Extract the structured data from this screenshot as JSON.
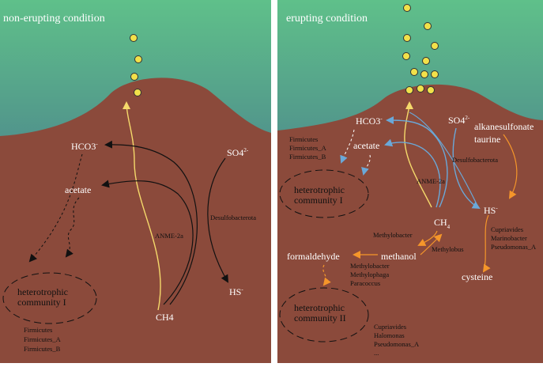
{
  "colors": {
    "sea_top": "#5fc08a",
    "sea_bottom": "#3b4d8e",
    "sediment": "#8b4a3b",
    "bubble": "#f2e14a",
    "ch4_path": "#f5d96b",
    "black_path": "#111111",
    "blue_path": "#6aa8d8",
    "orange_path": "#f5962a"
  },
  "left": {
    "title": "non-erupting condition",
    "labels": {
      "hco3": "HCO3",
      "hco3_sup": "-",
      "so4": "SO4",
      "so4_sup": "2-",
      "acetate": "acetate",
      "hs": "HS",
      "hs_sup": "-",
      "ch4": "CH4",
      "anme": "ANME-2a",
      "desulfo": "Desulfobacterota",
      "community_1": "heterotrophic",
      "community_2": "community I"
    },
    "taxa": [
      "Firmicutes",
      "Firmicutes_A",
      "Firmicutes_B"
    ]
  },
  "right": {
    "title": "erupting condition",
    "labels": {
      "hco3": "HCO3",
      "hco3_sup": "-",
      "so4": "SO4",
      "so4_sup": "2-",
      "acetate": "acetate",
      "alkanesulfonate": "alkanesulfonate",
      "taurine": "taurine",
      "hs": "HS",
      "hs_sup": "-",
      "ch4": "CH",
      "ch4_sub": "4",
      "anme": "ANME-2a",
      "desulfo": "Desulfobacterota",
      "methylobacter": "Methylobacter",
      "methylobus": "Methylobus",
      "methanol": "methanol",
      "formaldehyde": "formaldehyde",
      "cysteine": "cysteine",
      "community1_1": "heterotrophic",
      "community1_2": "community I",
      "community2_1": "heterotrophic",
      "community2_2": "community II"
    },
    "taxa_top": [
      "Firmicutes",
      "Firmicutes_A",
      "Firmicutes_B"
    ],
    "taxa_formaldehyde": [
      "Methylobacter",
      "Methylophaga",
      "Paracoccus"
    ],
    "taxa_cysteine": [
      "Cupriavides",
      "Marinobacter",
      "Pseudomonas_A"
    ],
    "taxa_bottom": [
      "Cupriavides",
      "Halomonas",
      "Pseudomonas_A",
      "..."
    ]
  }
}
